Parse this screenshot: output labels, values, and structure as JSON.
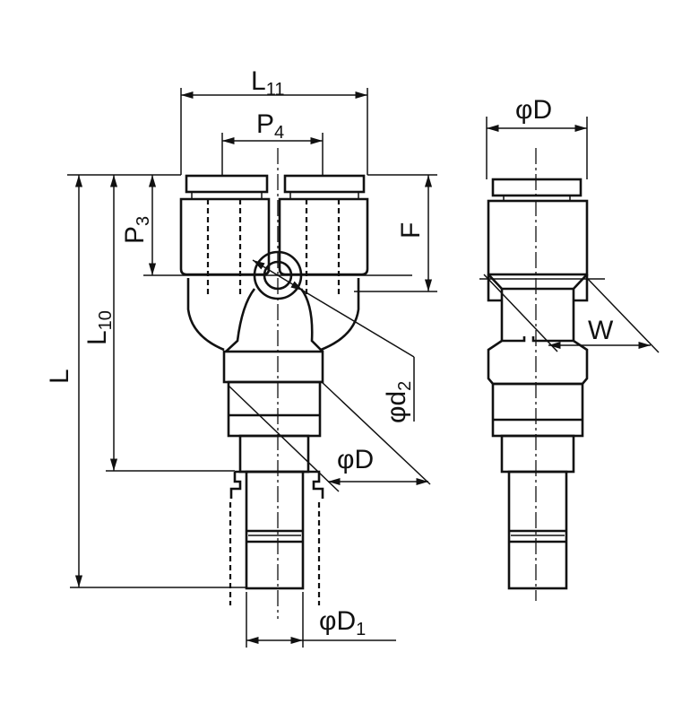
{
  "dimensions": {
    "L11": {
      "base": "L",
      "sub": "11"
    },
    "P4": {
      "base": "P",
      "sub": "4"
    },
    "P3": {
      "base": "P",
      "sub": "3"
    },
    "F": {
      "base": "F"
    },
    "L10": {
      "base": "L",
      "sub": "10"
    },
    "L": {
      "base": "L"
    },
    "d2": {
      "base": "φd",
      "sub": "2"
    },
    "D_front": {
      "base": "φD"
    },
    "D1": {
      "base": "φD",
      "sub": "1"
    },
    "D_side": {
      "base": "φD"
    },
    "W": {
      "base": "W"
    }
  }
}
